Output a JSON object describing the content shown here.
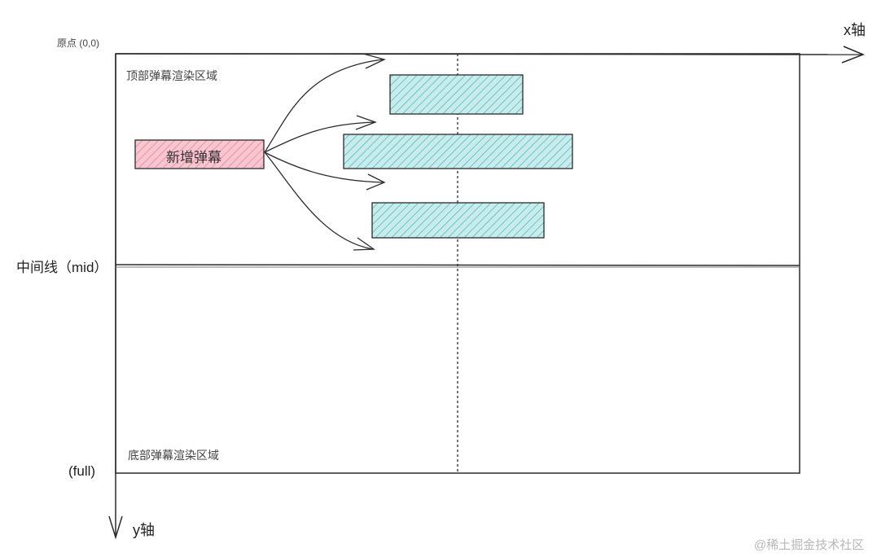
{
  "labels": {
    "origin": "原点 (0,0)",
    "x_axis": "x轴",
    "y_axis": "y轴",
    "midline": "中间线（mid）",
    "full": "(full)",
    "top_region": "顶部弹幕渲染区域",
    "bottom_region": "底部弹幕渲染区域",
    "new_danmaku": "新增弹幕",
    "watermark": "@稀土掘金技术社区"
  },
  "colors": {
    "new_danmaku_fill": "#f7c6d0",
    "new_danmaku_hatch": "#e8859a",
    "danmaku_fill": "#c8ecec",
    "danmaku_hatch": "#52bcbc",
    "stroke": "#2b2b2b"
  }
}
